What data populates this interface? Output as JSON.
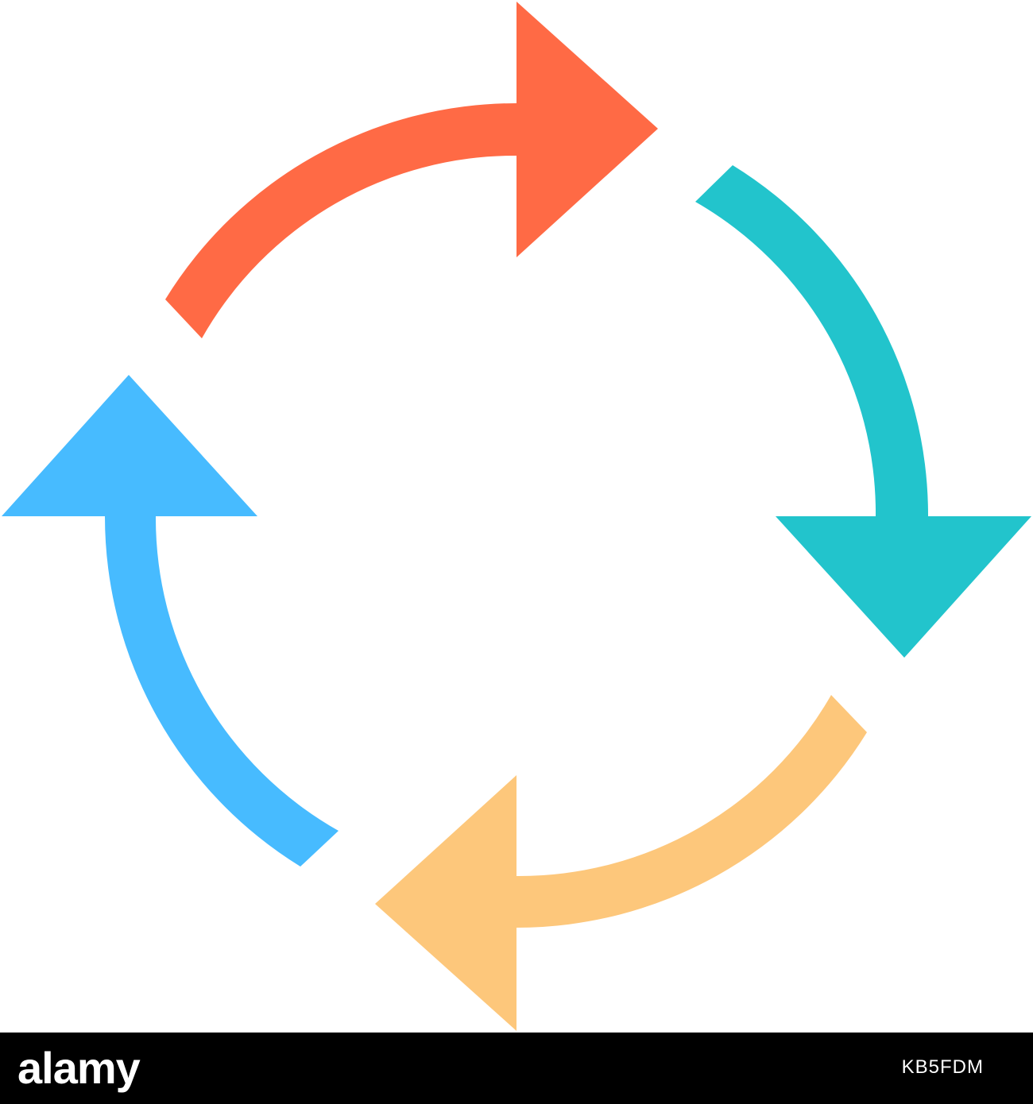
{
  "diagram": {
    "type": "cycle",
    "arrows": [
      {
        "name": "top-arrow",
        "color": "#ff6a45",
        "icon": "arrow-right-icon"
      },
      {
        "name": "right-arrow",
        "color": "#22c4cc",
        "icon": "arrow-down-icon"
      },
      {
        "name": "bottom-arrow",
        "color": "#fdc77b",
        "icon": "arrow-left-icon"
      },
      {
        "name": "left-arrow",
        "color": "#47bbff",
        "icon": "arrow-up-icon"
      }
    ]
  },
  "footer": {
    "brand": "alamy",
    "image_id": "KB5FDM",
    "background": "#000000",
    "text_color": "#ffffff"
  }
}
